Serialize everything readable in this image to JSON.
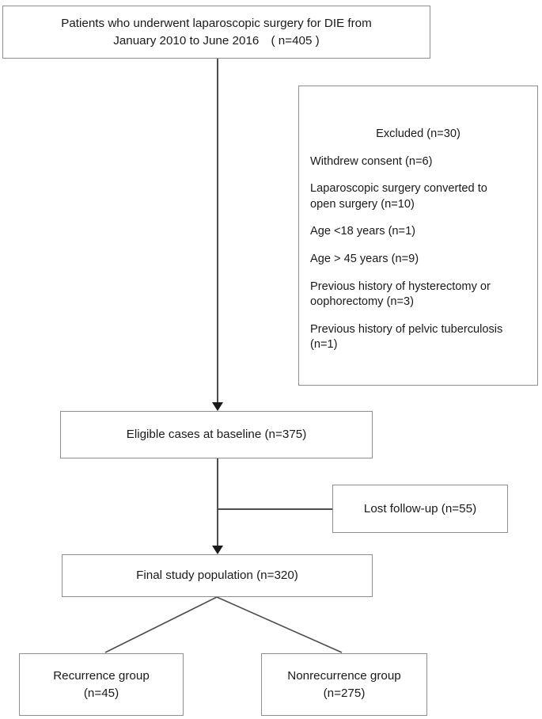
{
  "diagram": {
    "title": "Patient selection flow diagram",
    "type": "flowchart",
    "line_color": "#4d4d4d",
    "box_border_color": "#8e8e8e",
    "text_color": "#1a1a1a",
    "background": "#ffffff"
  },
  "nodes": {
    "enrolled": {
      "line1": "Patients who underwent laparoscopic surgery for DIE from",
      "line2": "January 2010 to June 2016 ( n=405 )"
    },
    "excluded": {
      "title": "Excluded (n=30)",
      "items": [
        "Withdrew consent (n=6)",
        "Laparoscopic surgery converted to\nopen surgery (n=10)",
        "Age <18 years (n=1)",
        "Age > 45 years (n=9)",
        "Previous history of hysterectomy or\noophorectomy (n=3)",
        "Previous history of pelvic tuberculosis\n(n=1)"
      ]
    },
    "eligible": {
      "line1": "Eligible cases at baseline (n=375)"
    },
    "lost": {
      "line1": "Lost follow-up (n=55)"
    },
    "final": {
      "line1": "Final study population (n=320)"
    },
    "recurrence": {
      "line1": "Recurrence group",
      "line2": "(n=45)"
    },
    "nonrecurrence": {
      "line1": "Nonrecurrence group",
      "line2": "(n=275)"
    }
  },
  "counts": {
    "enrolled": 405,
    "excluded_total": 30,
    "withdrew_consent": 6,
    "converted_to_open": 10,
    "age_under_18": 1,
    "age_over_45": 9,
    "prior_hysterectomy_oophorectomy": 3,
    "prior_pelvic_tuberculosis": 1,
    "eligible_baseline": 375,
    "lost_follow_up": 55,
    "final_population": 320,
    "recurrence": 45,
    "nonrecurrence": 275
  }
}
